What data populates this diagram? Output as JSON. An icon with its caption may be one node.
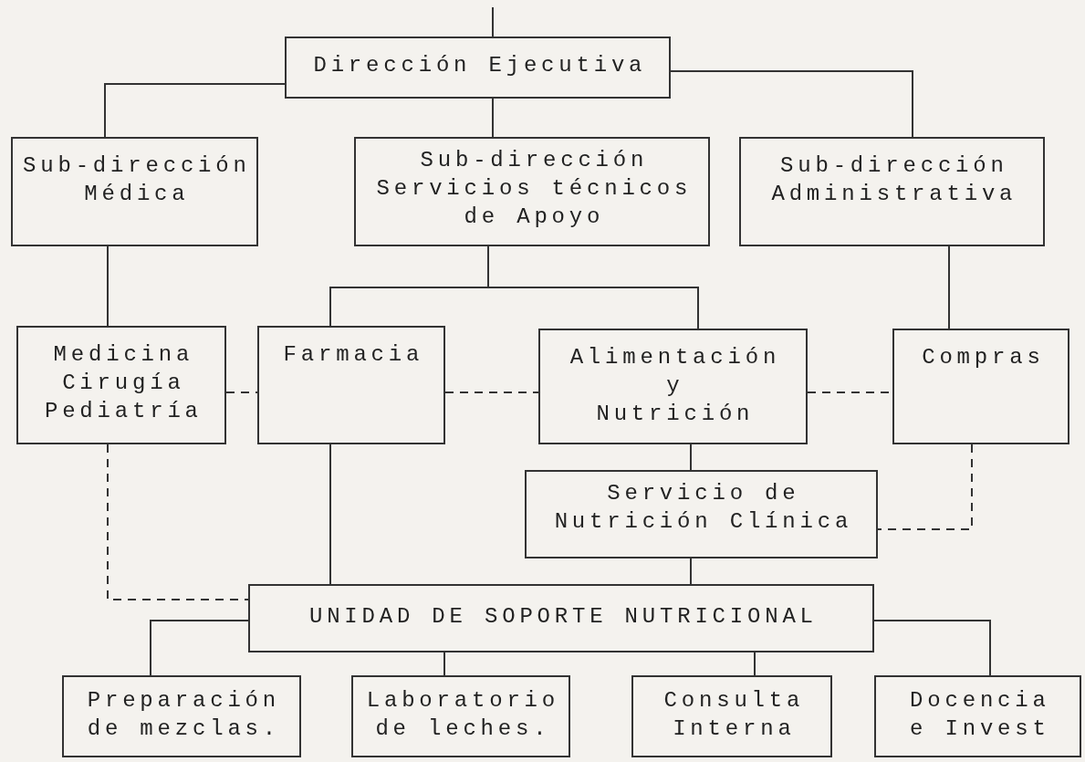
{
  "diagram": {
    "nodes": [
      {
        "text": [
          "Dirección Ejecutiva"
        ]
      },
      {
        "text": [
          "Sub-dirección Médica"
        ]
      },
      {
        "text": [
          "Sub-dirección Servicios técnicos de Apoyo"
        ]
      },
      {
        "text": [
          "Sub-dirección Administrativa"
        ]
      },
      {
        "text": [
          "Medicina Cirugía Pediatría"
        ]
      },
      {
        "text": [
          "Farmacia"
        ]
      },
      {
        "text": [
          "Alimentación y Nutrición"
        ]
      },
      {
        "text": [
          "Compras"
        ]
      },
      {
        "text": [
          "Servicio de Nutrición Clínica"
        ]
      },
      {
        "text": [
          "UNIDAD DE SOPORTE NUTRICIONAL"
        ]
      },
      {
        "text": [
          "Preparación de mezclas."
        ]
      },
      {
        "text": [
          "Laboratorio de leches."
        ]
      },
      {
        "text": [
          "Consulta Interna"
        ]
      },
      {
        "text": [
          "Docencia e Invest"
        ]
      }
    ],
    "edges": [
      {
        "from": null,
        "to": 0,
        "arrow": "none"
      },
      {
        "from": 0,
        "to": 1,
        "arrow": "none"
      },
      {
        "from": 0,
        "to": 2,
        "arrow": "none"
      },
      {
        "from": 0,
        "to": 3,
        "arrow": "none"
      },
      {
        "from": 1,
        "to": 4,
        "arrow": "none"
      },
      {
        "from": 2,
        "to": 5,
        "arrow": "none"
      },
      {
        "from": 2,
        "to": 6,
        "arrow": "none"
      },
      {
        "from": 3,
        "to": 7,
        "arrow": "none"
      },
      {
        "from": 4,
        "to": 5,
        "arrow": "none",
        "style": "dashed"
      },
      {
        "from": 5,
        "to": 6,
        "arrow": "none",
        "style": "dashed"
      },
      {
        "from": 6,
        "to": 7,
        "arrow": "none",
        "style": "dashed"
      },
      {
        "from": 6,
        "to": 8,
        "arrow": "none"
      },
      {
        "from": 7,
        "to": 8,
        "arrow": "none",
        "style": "dashed"
      },
      {
        "from": 4,
        "to": 9,
        "arrow": "none",
        "style": "dashed"
      },
      {
        "from": 5,
        "to": 9,
        "arrow": "none"
      },
      {
        "from": 8,
        "to": 9,
        "arrow": "none"
      },
      {
        "from": 9,
        "to": 10,
        "arrow": "none"
      },
      {
        "from": 9,
        "to": 11,
        "arrow": "none"
      },
      {
        "from": 9,
        "to": 12,
        "arrow": "none"
      },
      {
        "from": 9,
        "to": 13,
        "arrow": "none"
      }
    ]
  }
}
